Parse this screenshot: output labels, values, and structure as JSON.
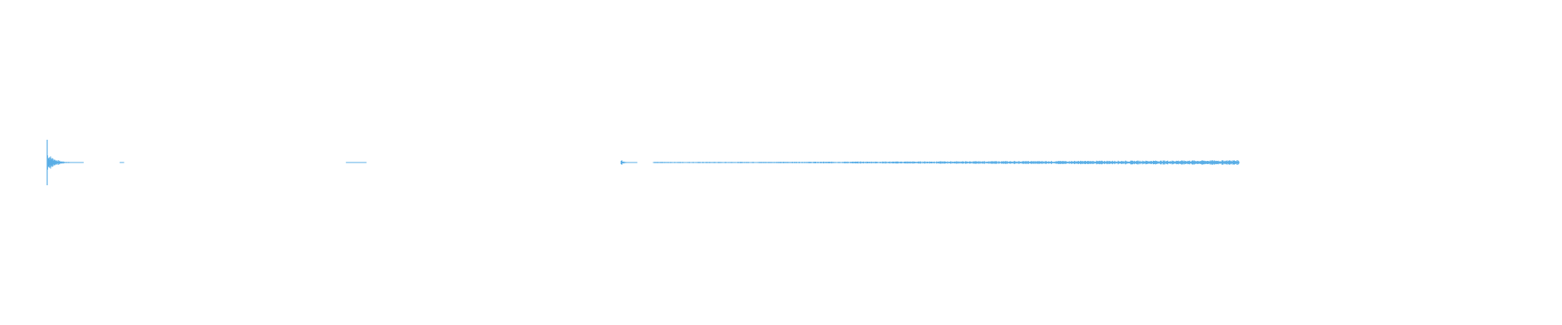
{
  "waveform": {
    "color": "#5aaee6",
    "segments": [
      {
        "label": "",
        "start_s": 0.0,
        "end_s": 0.9,
        "peak": 0.22,
        "decay": "fast"
      },
      {
        "label": "",
        "start_s": 1.8,
        "end_s": 1.9,
        "peak": 0.01,
        "decay": "none"
      },
      {
        "label": "",
        "start_s": 7.4,
        "end_s": 7.9,
        "peak": 0.01,
        "decay": "none"
      },
      {
        "label": "",
        "start_s": 14.2,
        "end_s": 14.6,
        "peak": 0.07,
        "decay": "fast"
      },
      {
        "label": "",
        "start_s": 15.0,
        "end_s": 29.5,
        "peak": 0.05,
        "decay": "rise"
      }
    ]
  }
}
